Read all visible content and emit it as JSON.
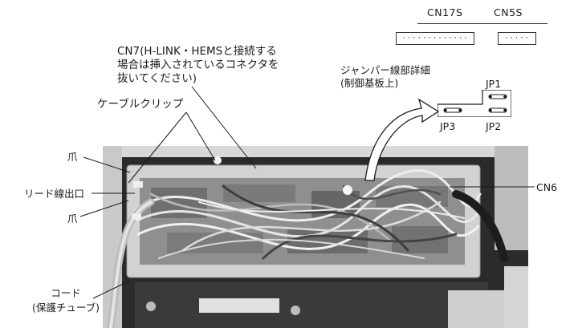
{
  "connectors": {
    "cn17s": {
      "label": "CN17S",
      "pins": "·············"
    },
    "cn5s": {
      "label": "CN5S",
      "pins": "·····"
    }
  },
  "labels": {
    "cn7_line1": "CN7(H-LINK・HEMSと接続する",
    "cn7_line2": "場合は挿入されているコネクタを",
    "cn7_line3": "抜いてください)",
    "jumper_title_1": "ジャンパー線部詳細",
    "jumper_title_2": "(制御基板上)",
    "cable_clip": "ケーブルクリップ",
    "claw_top": "爪",
    "lead_outlet": "リード線出口",
    "claw_bottom": "爪",
    "cord_line1": "コード",
    "cord_line2": "(保護チューブ)",
    "cn6": "CN6"
  },
  "jumpers": {
    "jp1": "JP1",
    "jp2": "JP2",
    "jp3": "JP3"
  },
  "colors": {
    "line": "#1a1a1a",
    "photo_dark": "#2b2b2b",
    "board": "#8a8a8a",
    "housing": "#cfcfcf",
    "wire_light": "#e8e8e8"
  }
}
